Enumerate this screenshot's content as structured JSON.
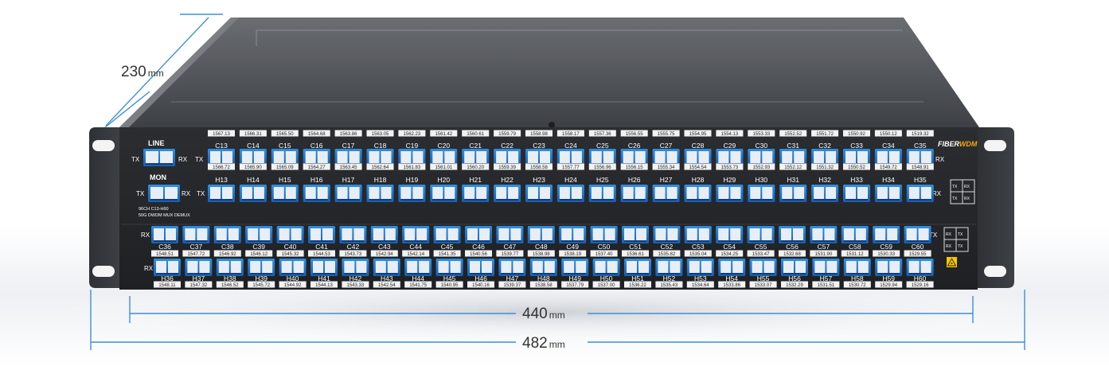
{
  "dimensions": {
    "depth_value": "230",
    "depth_unit": "mm",
    "inner_width_value": "440",
    "inner_width_unit": "mm",
    "outer_width_value": "482",
    "outer_width_unit": "mm"
  },
  "brand": {
    "logo_text": "FIBERWDM",
    "logo_part1": "FIBER",
    "logo_part2": "WDM",
    "colors": [
      "#e51b24",
      "#f6a800"
    ]
  },
  "panel": {
    "line_label": "LINE",
    "mon_label": "MON",
    "model_line1": "96CH C13-H60",
    "model_line2": "50G DWDM MUX DEMUX",
    "tx": "TX",
    "rx": "RX",
    "warning_icon": "laser-warning-icon"
  },
  "rows": {
    "row1_labels": [
      "C13",
      "C14",
      "C15",
      "C16",
      "C17",
      "C18",
      "C19",
      "C20",
      "C21",
      "C22",
      "C23",
      "C24",
      "C25",
      "C26",
      "C27",
      "C28",
      "C29",
      "C30",
      "C31",
      "C32",
      "C33",
      "C34",
      "C35"
    ],
    "row1_wavelengths": [
      "1567.13",
      "1566.31",
      "1565.50",
      "1564.68",
      "1563.86",
      "1563.05",
      "1562.23",
      "1561.42",
      "1560.61",
      "1559.79",
      "1558.98",
      "1558.17",
      "1557.36",
      "1556.55",
      "1555.75",
      "1554.95",
      "1554.13",
      "1553.33",
      "1552.52",
      "1551.72",
      "1550.92",
      "1550.12",
      "1519.32"
    ],
    "row2_labels": [
      "H13",
      "H14",
      "H15",
      "H16",
      "H17",
      "H18",
      "H19",
      "H20",
      "H21",
      "H22",
      "H23",
      "H24",
      "H25",
      "H26",
      "H27",
      "H28",
      "H29",
      "H30",
      "H31",
      "H32",
      "H33",
      "H34",
      "H35"
    ],
    "row2_wavelengths": [
      "1566.72",
      "1565.90",
      "1565.09",
      "1564.27",
      "1563.45",
      "1562.64",
      "1561.83",
      "1561.01",
      "1560.20",
      "1559.39",
      "1558.58",
      "1557.77",
      "1556.96",
      "1556.15",
      "1555.34",
      "1554.54",
      "1553.73",
      "1552.93",
      "1552.12",
      "1551.32",
      "1550.52",
      "1549.72",
      "1548.91"
    ],
    "row3_labels": [
      "C36",
      "C37",
      "C38",
      "C39",
      "C40",
      "C41",
      "C42",
      "C43",
      "C44",
      "C45",
      "C46",
      "C47",
      "C48",
      "C49",
      "C50",
      "C51",
      "C52",
      "C53",
      "C54",
      "C55",
      "C56",
      "C57",
      "C58",
      "C59",
      "C60"
    ],
    "row3_wavelengths": [
      "1548.51",
      "1547.72",
      "1546.92",
      "1546.12",
      "1545.32",
      "1544.53",
      "1543.73",
      "1542.94",
      "1542.14",
      "1541.35",
      "1540.56",
      "1539.77",
      "1538.98",
      "1538.19",
      "1537.40",
      "1536.61",
      "1535.82",
      "1535.04",
      "1534.25",
      "1533.47",
      "1532.68",
      "1531.90",
      "1531.12",
      "1530.33",
      "1529.55"
    ],
    "row4_labels": [
      "H36",
      "H37",
      "H38",
      "H39",
      "H40",
      "H41",
      "H42",
      "H43",
      "H44",
      "H45",
      "H46",
      "H47",
      "H48",
      "H49",
      "H50",
      "H51",
      "H52",
      "H53",
      "H54",
      "H55",
      "H56",
      "H57",
      "H58",
      "H59",
      "H60"
    ],
    "row4_wavelengths": [
      "1548.11",
      "1547.32",
      "1546.52",
      "1545.72",
      "1544.92",
      "1544.13",
      "1543.33",
      "1542.54",
      "1541.75",
      "1540.95",
      "1540.16",
      "1539.37",
      "1538.58",
      "1537.79",
      "1537.00",
      "1536.22",
      "1535.43",
      "1534.64",
      "1533.86",
      "1533.07",
      "1532.29",
      "1531.51",
      "1530.72",
      "1529.94",
      "1529.16"
    ]
  }
}
